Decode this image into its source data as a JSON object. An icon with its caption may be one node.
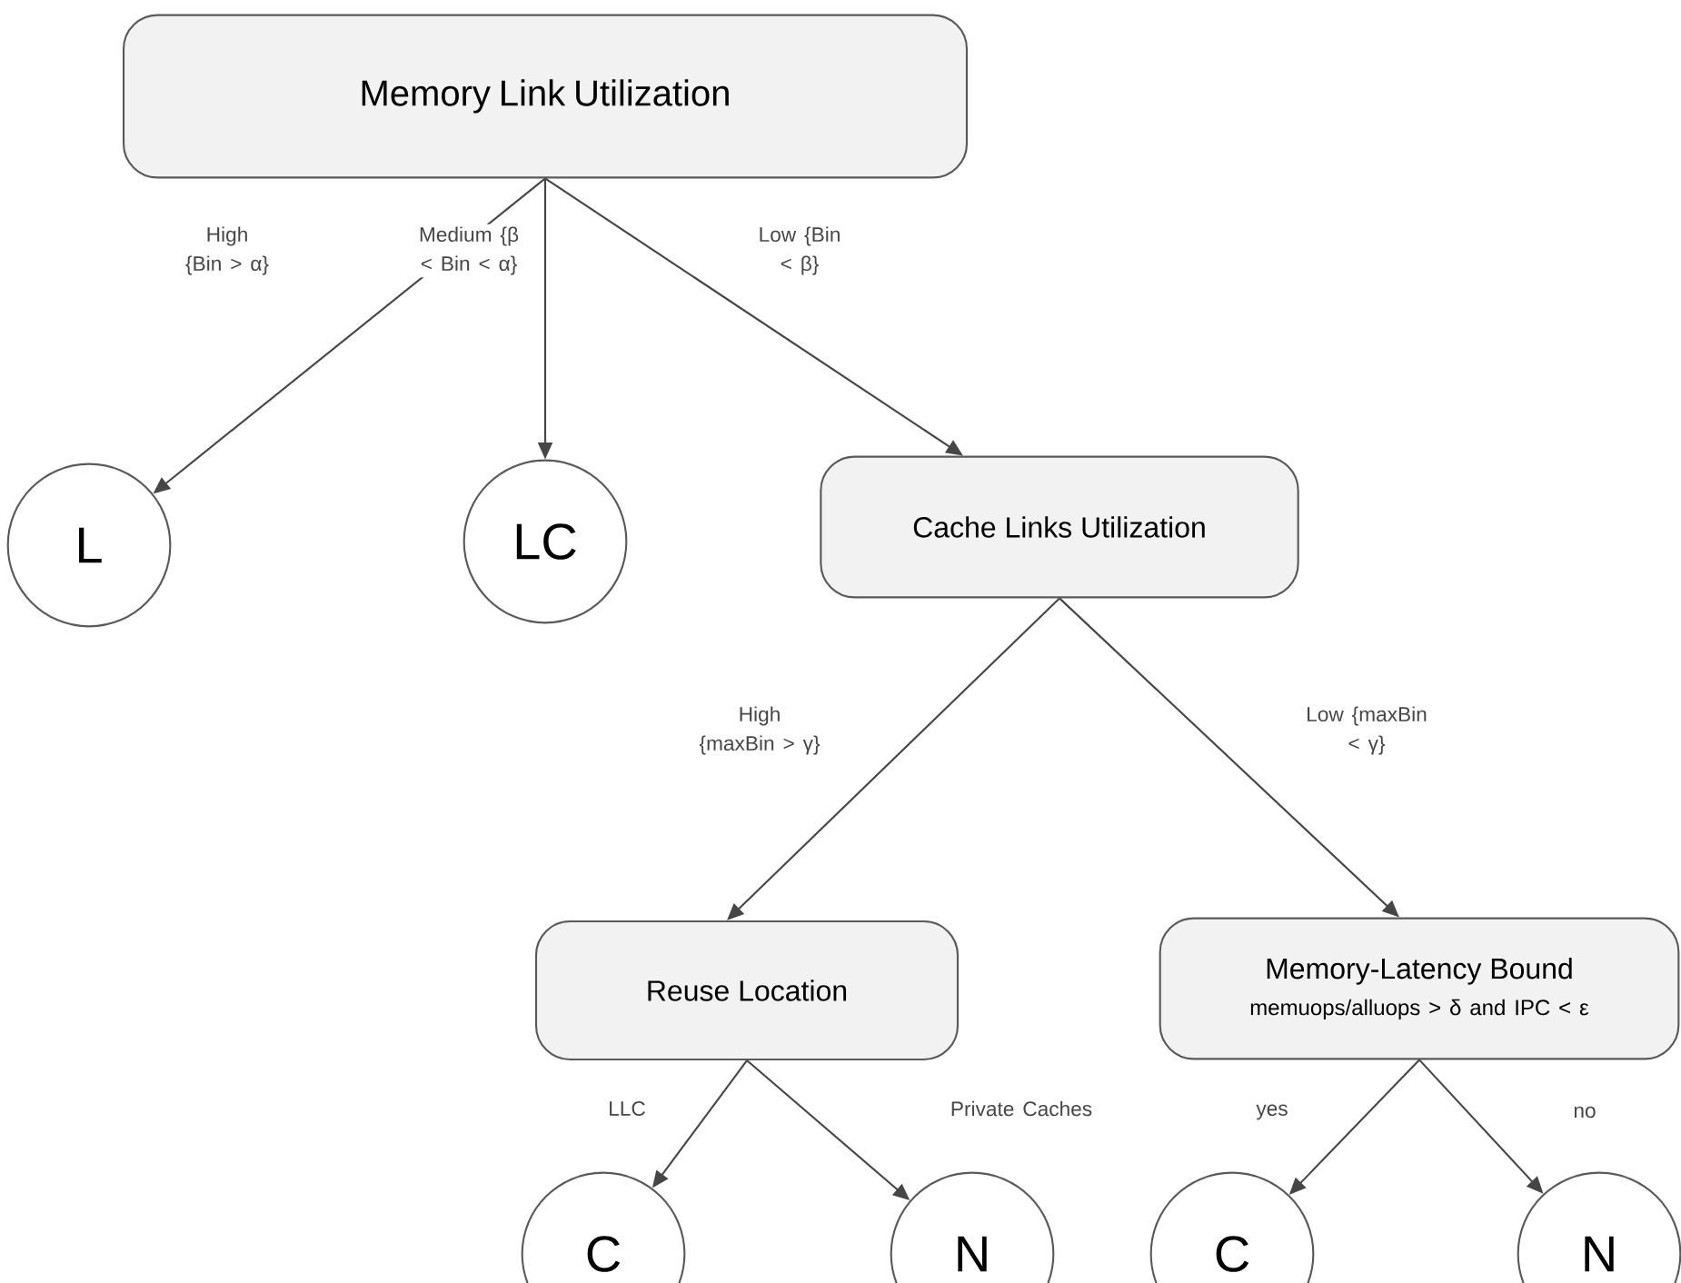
{
  "diagram": {
    "nodes": [
      {
        "text": [
          "Memory Link Utilization"
        ]
      },
      {
        "text": [
          "L"
        ]
      },
      {
        "text": [
          "LC"
        ]
      },
      {
        "text": [
          "Cache Links Utilization"
        ]
      },
      {
        "text": [
          "Reuse Location"
        ]
      },
      {
        "text": [
          "Memory-Latency Bound",
          "memuops/alluops > δ and IPC < ε"
        ]
      },
      {
        "text": [
          "C"
        ]
      },
      {
        "text": [
          "N"
        ]
      },
      {
        "text": [
          "C"
        ]
      },
      {
        "text": [
          "N"
        ]
      }
    ],
    "edges": [
      {
        "from": 0,
        "to": 1,
        "arrow": "to",
        "label": "High {Bin > α}"
      },
      {
        "from": 0,
        "to": 2,
        "arrow": "to",
        "label": "Medium {β < Bin < α}"
      },
      {
        "from": 0,
        "to": 3,
        "arrow": "to",
        "label": "Low {Bin < β}"
      },
      {
        "from": 3,
        "to": 4,
        "arrow": "to",
        "label": "High {maxBin > γ}"
      },
      {
        "from": 3,
        "to": 5,
        "arrow": "to",
        "label": "Low {maxBin < γ}"
      },
      {
        "from": 4,
        "to": 6,
        "arrow": "to",
        "label": "LLC"
      },
      {
        "from": 4,
        "to": 7,
        "arrow": "to",
        "label": "Private Caches"
      },
      {
        "from": 5,
        "to": 8,
        "arrow": "to",
        "label": "yes"
      },
      {
        "from": 5,
        "to": 9,
        "arrow": "to",
        "label": "no"
      }
    ]
  }
}
